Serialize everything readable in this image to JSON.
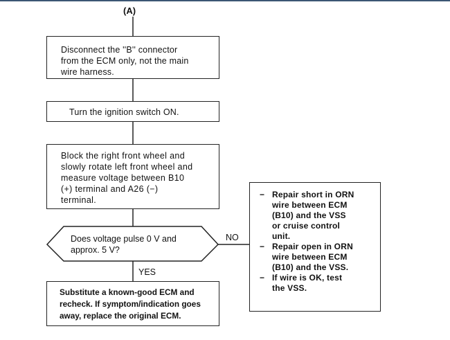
{
  "start_label": "(A)",
  "steps": [
    "Disconnect the ''B'' connector\nfrom the ECM only, not the main\nwire harness.",
    "Turn the ignition switch ON.",
    "Block the right front wheel and\nslowly rotate left front wheel and\nmeasure voltage between B10\n(+) terminal and A26 (−)\nterminal."
  ],
  "decision": "Does voltage pulse 0 V and\napprox. 5 V?",
  "yes_label": "YES",
  "no_label": "NO",
  "yes_result": "Substitute a known-good ECM and\nrecheck. If symptom/indication goes\naway, replace the original ECM.",
  "no_result": {
    "items": [
      "Repair short in ORN\nwire between ECM\n(B10) and the VSS\nor cruise control\nunit.",
      "Repair open in ORN\nwire between ECM\n(B10) and the VSS.",
      "If wire is OK, test\nthe VSS."
    ],
    "bullet": "−"
  }
}
